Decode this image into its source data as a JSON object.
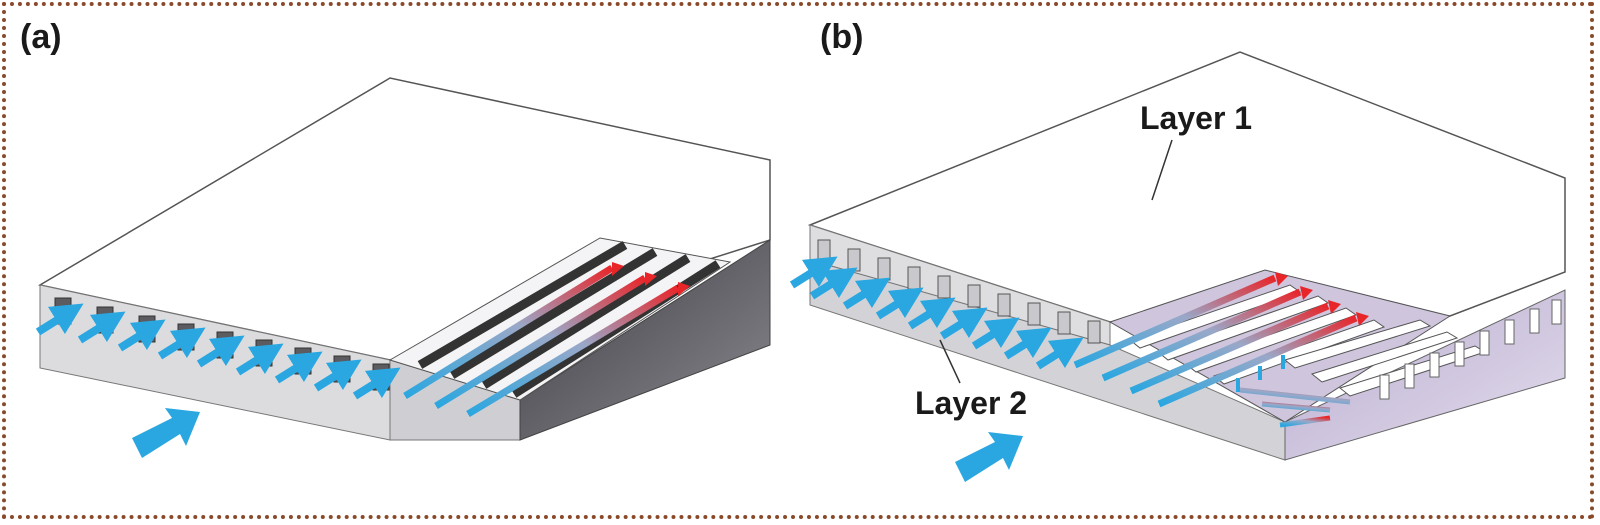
{
  "panels": [
    {
      "label": "(a)"
    },
    {
      "label": "(b)",
      "callouts": {
        "layer_top": "Layer 1",
        "layer_bottom": "Layer 2"
      }
    }
  ],
  "colors": {
    "inlet_flow": "#2aa7e0",
    "outlet_flow": "#e8262a",
    "top_surface": "#ffffff",
    "side_a": "#d9d9dc",
    "dark_face": "#5b5b60",
    "side_b": "#d8d8db",
    "purple_face": "#c9bfd9",
    "frame": "#8a4a2a"
  },
  "icons": [
    "flow-arrow-icon"
  ]
}
